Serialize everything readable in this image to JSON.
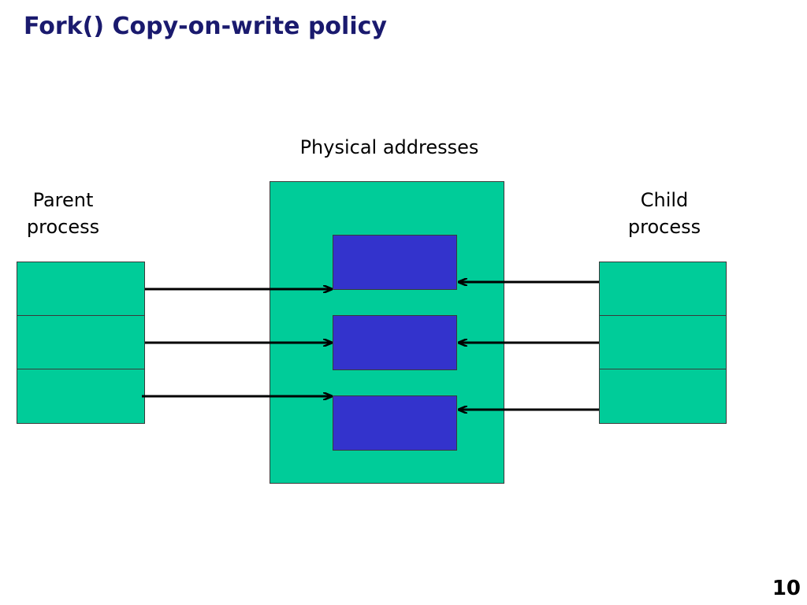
{
  "slide": {
    "title": "Fork() Copy-on-write policy",
    "page_number": "10"
  },
  "diagram": {
    "physical_label": "Physical addresses",
    "parent_label_line1": "Parent",
    "parent_label_line2": "process",
    "child_label_line1": "Child",
    "child_label_line2": "process"
  },
  "colors": {
    "page_green": "#00cc99",
    "frame_blue": "#3333cc",
    "title_navy": "#1a1a6e"
  }
}
